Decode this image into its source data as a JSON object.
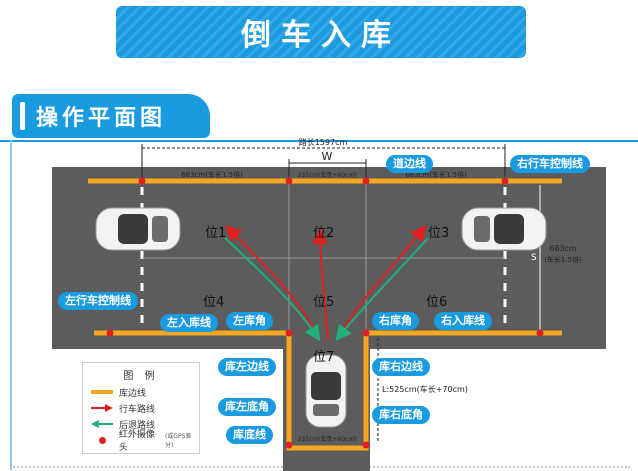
{
  "title": "倒车入库",
  "section": "操作平面图",
  "dims": {
    "road_length": "路长1597cm",
    "w": "W",
    "s": "S",
    "left_seg": "683cm(车长1.5倍)",
    "mid_seg": "231cm(车宽+60cm)",
    "right_seg": "683cm(车长1.5倍)",
    "right_height": "683cm",
    "right_height_note": "(车长1.5倍)",
    "garage_len": "L:525cm(车长+70cm)",
    "garage_width": "231cm(车宽+60cm)"
  },
  "positions": [
    "位1",
    "位2",
    "位3",
    "位4",
    "位5",
    "位6",
    "位7"
  ],
  "labels": {
    "road_edge": "道边线",
    "right_control": "右行车控制线",
    "left_control": "左行车控制线",
    "left_entry": "左入库线",
    "left_corner": "左库角",
    "right_corner": "右库角",
    "right_entry": "右入库线",
    "garage_left_edge": "库左边线",
    "garage_right_edge": "库右边线",
    "garage_left_bottom": "库左底角",
    "garage_right_bottom": "库右底角",
    "garage_bottom": "库底线"
  },
  "legend": {
    "title": "图 例",
    "items": [
      {
        "label": "库边线",
        "color": "#f5a623"
      },
      {
        "label": "行车路线",
        "color": "#e02020"
      },
      {
        "label": "后退路线",
        "color": "#22b07a"
      },
      {
        "label": "红外摄像头",
        "note": "(或GPS差分)",
        "color": "#e02020"
      }
    ]
  }
}
